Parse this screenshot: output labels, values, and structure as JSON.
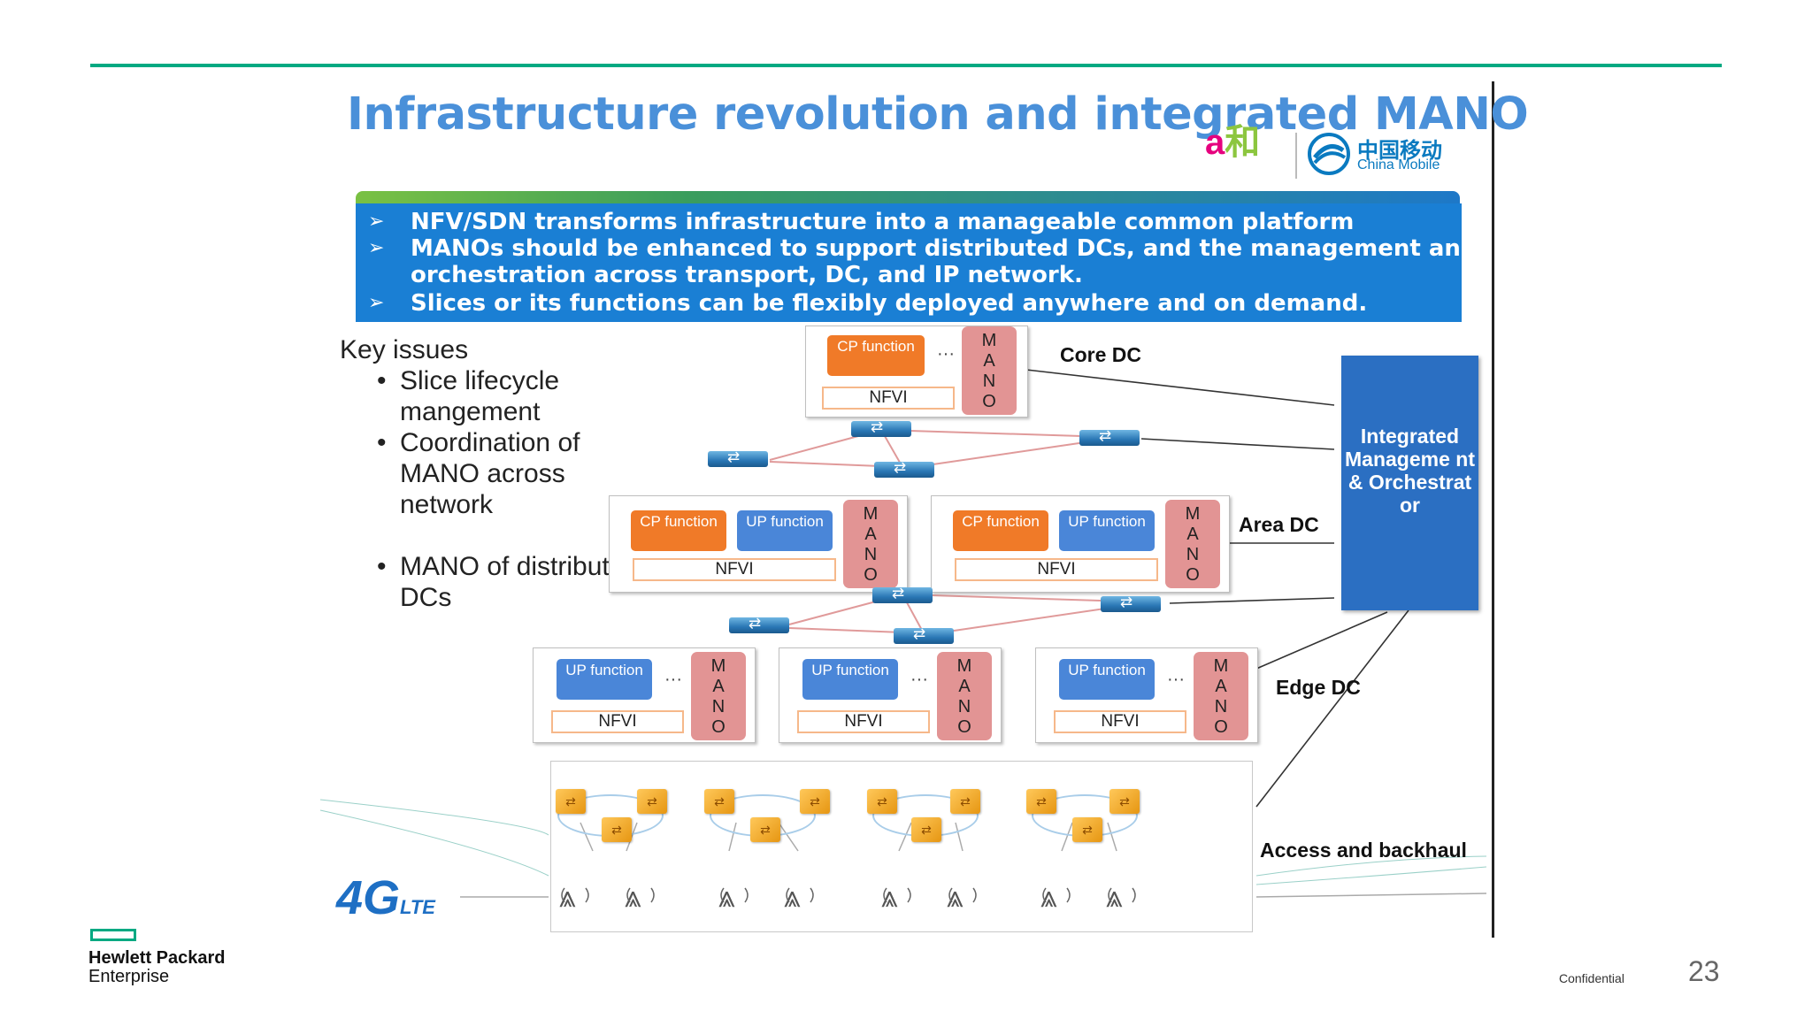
{
  "slide": {
    "title": "Infrastructure revolution and integrated MANO",
    "page_number": "23",
    "confidential": "Confidential"
  },
  "logos": {
    "and_zh": "和",
    "china_mobile_zh": "中国移动",
    "china_mobile_en": "China Mobile",
    "hpe_line1": "Hewlett Packard",
    "hpe_line2": "Enterprise",
    "lte_main": "4G",
    "lte_sub": "LTE"
  },
  "banner": {
    "bullets": [
      "NFV/SDN transforms infrastructure into a manageable common platform",
      "MANOs should be enhanced to support distributed DCs, and the management and",
      "orchestration across transport, DC, and IP network.",
      "Slices or its functions can be flexibly deployed anywhere and on demand."
    ],
    "colors": {
      "fill": "#1a7fd4",
      "accent": "#7ac143"
    }
  },
  "key_issues": {
    "heading": "Key issues",
    "items": [
      "Slice lifecycle mangement",
      "Coordination of MANO across network",
      "MANO of distributed DCs"
    ]
  },
  "diagram": {
    "cp_label": "CP function",
    "up_label": "UP function",
    "nfvi_label": "NFVI",
    "mano_letters": [
      "M",
      "A",
      "N",
      "O"
    ],
    "ellipsis": "···",
    "levels": {
      "core": "Core DC",
      "area": "Area DC",
      "edge": "Edge DC",
      "access": "Access and backhaul"
    },
    "integrated_box": "Integrated Manageme nt & Orchestrat or",
    "colors": {
      "cp": "#f07a28",
      "up": "#4a86d8",
      "mano": "#e29494",
      "imo": "#2b6fc2"
    }
  }
}
